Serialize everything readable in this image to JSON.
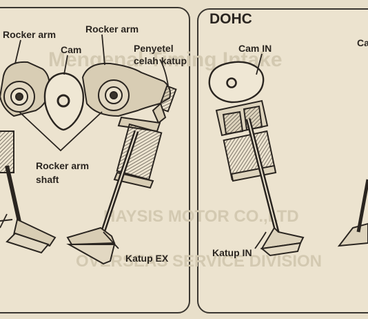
{
  "sohc_labels": {
    "rocker_arm_left": "Rocker arm",
    "rocker_arm_right": "Rocker arm",
    "cam": "Cam",
    "penyetel": "Penyetel",
    "celah_katup": "celah katup",
    "rocker_arm_shaft_line1": "Rocker arm",
    "rocker_arm_shaft_line2": "shaft",
    "katup_ex": "Katup EX"
  },
  "dohc": {
    "title": "DOHC",
    "cam_in": "Cam IN",
    "cam_ex_partial": "Ca",
    "katup_in": "Katup IN"
  },
  "watermark": {
    "line1": "Mengenal Timing Intake",
    "line2": "HAYSIS MOTOR CO.,LTD",
    "line3": "OVERSEAS SERVICE DIVISION"
  },
  "colors": {
    "background": "#e8dfca",
    "ink": "#2a2520",
    "panel_border": "#3a3630"
  }
}
